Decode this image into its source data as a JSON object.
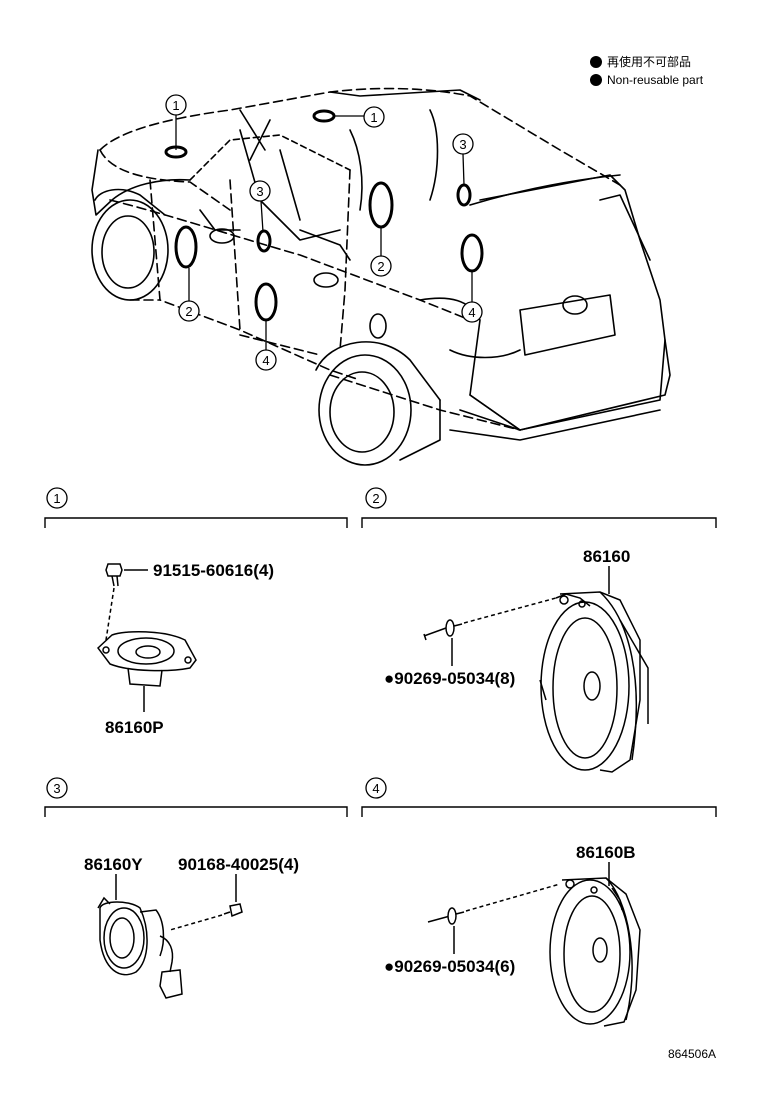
{
  "legend": {
    "items": [
      {
        "text": "再使用不可部品"
      },
      {
        "text": "Non-reusable part"
      }
    ]
  },
  "callouts": [
    "1",
    "2",
    "3",
    "4"
  ],
  "sections": [
    {
      "number": "1",
      "parts": [
        {
          "label": "91515-60616(4)"
        },
        {
          "label": "86160P"
        }
      ]
    },
    {
      "number": "2",
      "parts": [
        {
          "label": "86160"
        },
        {
          "label": "●90269-05034(8)"
        }
      ]
    },
    {
      "number": "3",
      "parts": [
        {
          "label": "86160Y"
        },
        {
          "label": "90168-40025(4)"
        }
      ]
    },
    {
      "number": "4",
      "parts": [
        {
          "label": "86160B"
        },
        {
          "label": "●90269-05034(6)"
        }
      ]
    }
  ],
  "drawing_code": "864506A"
}
